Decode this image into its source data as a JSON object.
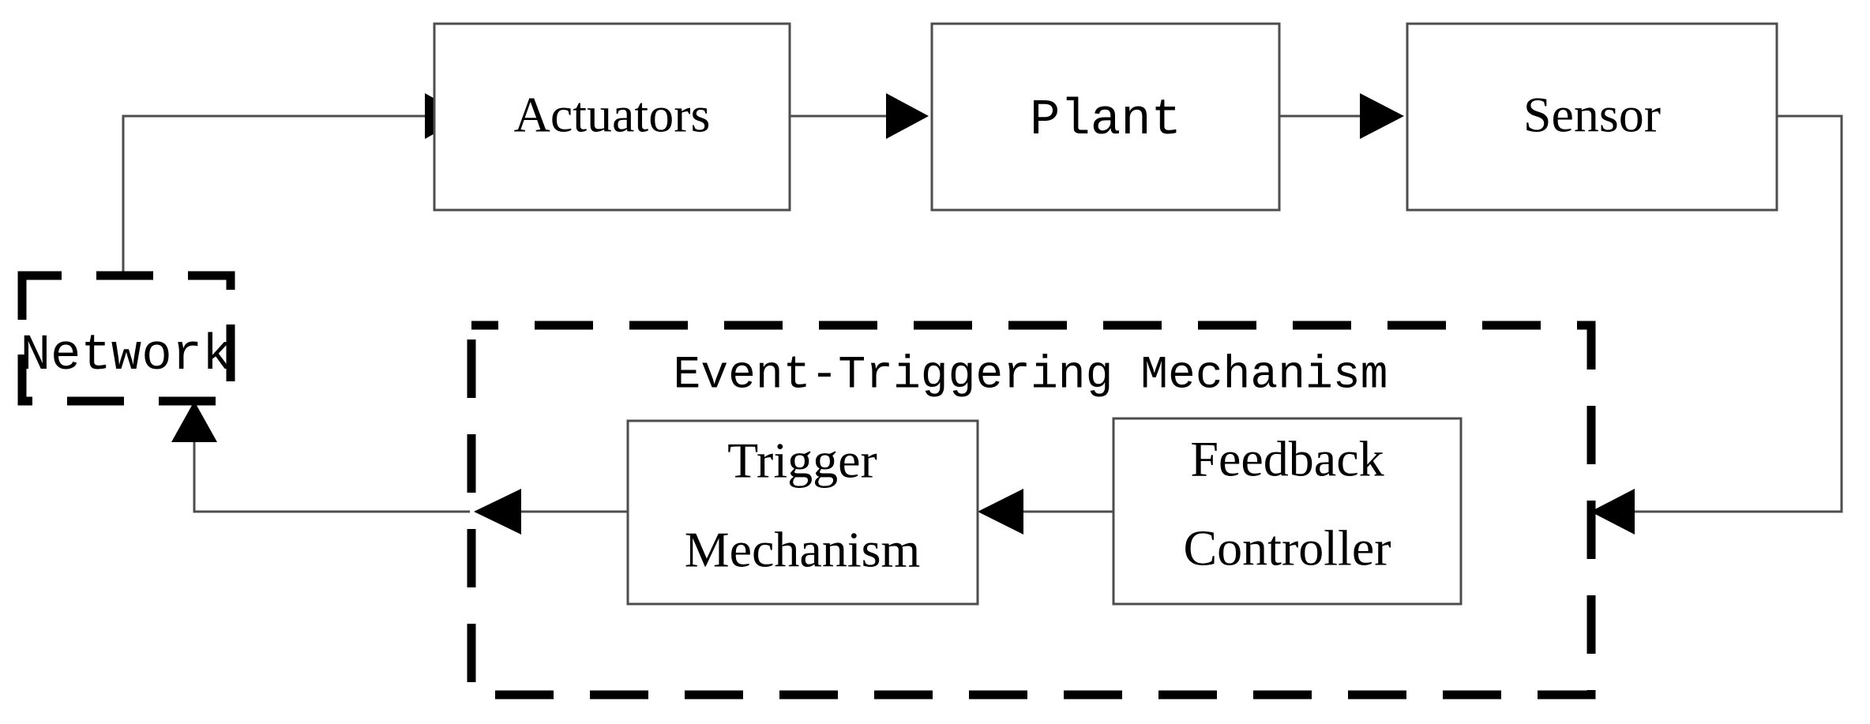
{
  "diagram": {
    "title": "Event-Triggering Mechanism control loop block diagram",
    "colors": {
      "background": "#ffffff",
      "box_stroke": "#4d4d4d",
      "dashed_stroke": "#000000",
      "line": "#4d4d4d",
      "arrow": "#000000",
      "text": "#000000"
    },
    "blocks": {
      "actuators": {
        "label": "Actuators"
      },
      "plant": {
        "label": "Plant"
      },
      "sensor": {
        "label": "Sensor"
      },
      "network": {
        "label": "Network"
      },
      "event_triggering_mechanism": {
        "label": "Event-Triggering Mechanism"
      },
      "trigger_mechanism": {
        "label_line1": "Trigger",
        "label_line2": "Mechanism"
      },
      "feedback_controller": {
        "label_line1": "Feedback",
        "label_line2": "Controller"
      }
    },
    "connections": [
      {
        "from": "network",
        "to": "actuators",
        "style": "solid",
        "arrow": "right"
      },
      {
        "from": "actuators",
        "to": "plant",
        "style": "solid",
        "arrow": "right"
      },
      {
        "from": "plant",
        "to": "sensor",
        "style": "solid",
        "arrow": "right"
      },
      {
        "from": "sensor",
        "to": "event_triggering_mechanism",
        "style": "solid",
        "arrow": "left"
      },
      {
        "from": "feedback_controller",
        "to": "trigger_mechanism",
        "style": "solid",
        "arrow": "left"
      },
      {
        "from": "trigger_mechanism",
        "to": "network",
        "style": "solid",
        "arrow": "left-then-up"
      }
    ]
  }
}
